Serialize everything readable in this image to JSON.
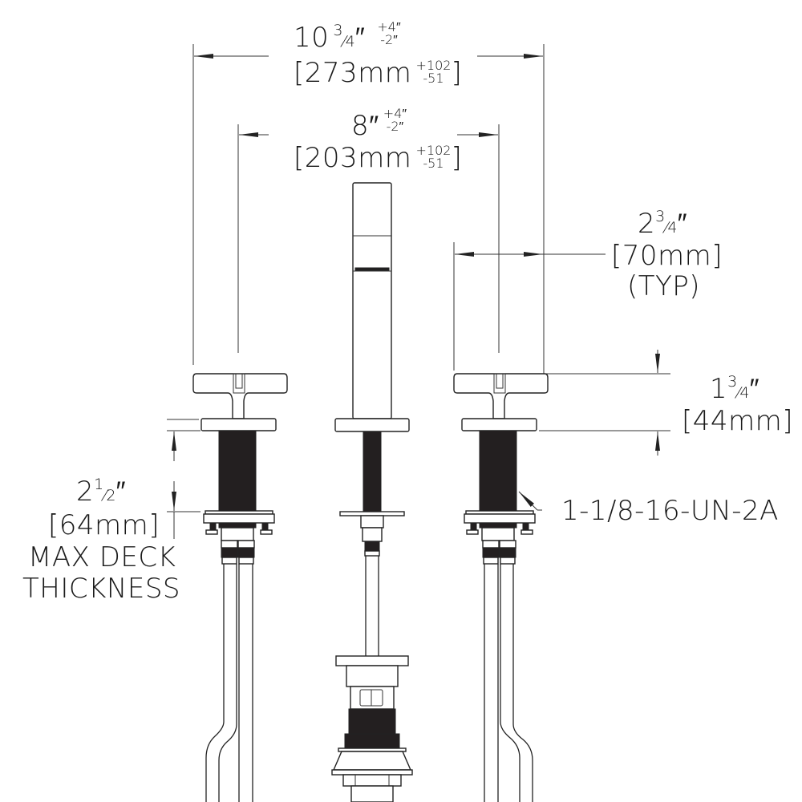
{
  "drawing": {
    "title": "Widespread faucet dimension drawing",
    "colors": {
      "line": "#222222",
      "thread": "#231f20",
      "background": "#ffffff"
    }
  },
  "dimensions": {
    "overall_width": {
      "whole": "10",
      "frac_num": "3",
      "frac_den": "4",
      "unit": "″",
      "tol_plus": "+4″",
      "tol_minus": "-2″",
      "metric_open": "[",
      "metric": "273mm",
      "metric_plus": "+102",
      "metric_minus": "-51",
      "metric_close": "]"
    },
    "center_spread": {
      "whole": "8",
      "unit": "″",
      "tol_plus": "+4″",
      "tol_minus": "-2″",
      "metric_open": "[",
      "metric": "203mm",
      "metric_plus": "+102",
      "metric_minus": "-51",
      "metric_close": "]"
    },
    "handle_width": {
      "whole": "2",
      "frac_num": "3",
      "frac_den": "4",
      "unit": "″",
      "metric": "[70mm]",
      "note": "(TYP)"
    },
    "handle_height": {
      "whole": "1",
      "frac_num": "3",
      "frac_den": "4",
      "unit": "″",
      "metric": "[44mm]"
    },
    "deck_thickness": {
      "whole": "2",
      "frac_num": "1",
      "frac_den": "2",
      "unit": "″",
      "metric": "[64mm]",
      "line1": "MAX DECK",
      "line2": "THICKNESS"
    },
    "thread_spec": "1-1/8-16-UN-2A"
  }
}
